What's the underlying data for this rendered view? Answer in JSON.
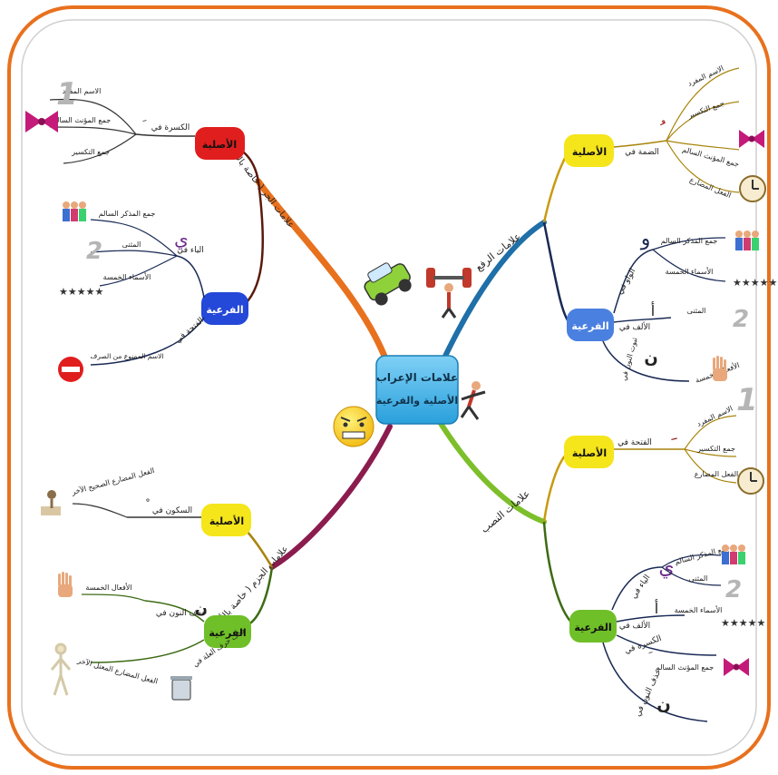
{
  "center": {
    "line1": "علامات الإعراب",
    "line2": "الأصلية والفرعية"
  },
  "branches": {
    "jarr": {
      "label": "علامات الجر ( خاصة بالأسماء )",
      "color": "#e8711e"
    },
    "raf": {
      "label": "علامات الرفع",
      "color": "#1f6fa8"
    },
    "nasb": {
      "label": "علامات النصب",
      "color": "#7cbf2a"
    },
    "jazm": {
      "label": "علامات الجزم ( خاصة بالأفعال )",
      "color": "#8b1c4e"
    }
  },
  "jarr": {
    "asliya": {
      "label": "الأصلية",
      "marker": "الكسرة في",
      "mark": "ِ",
      "items": [
        "الاسم المفرد",
        "جمع المؤنث السالم",
        "جمع التكسير"
      ]
    },
    "fariya": {
      "label": "الفرعية",
      "ya": {
        "marker": "الياء في",
        "letter": "ي",
        "items": [
          "جمع المذكر السالم",
          "المثنى",
          "الأسماء الخمسة"
        ]
      },
      "fatha": {
        "marker": "الفتحة في",
        "items": [
          "الاسم الممنوع من الصرف"
        ]
      }
    }
  },
  "raf": {
    "asliya": {
      "label": "الأصلية",
      "marker": "الضمة في",
      "mark": "ُ",
      "items": [
        "الاسم المفرد",
        "جمع التكسير",
        "جمع المؤنث السالم",
        "الفعل المضارع"
      ]
    },
    "fariya": {
      "label": "الفرعية",
      "waw": {
        "marker": "الواو في",
        "letter": "و",
        "items": [
          "جمع المذكر السالم",
          "الأسماء الخمسة"
        ]
      },
      "alif": {
        "marker": "الألف في",
        "letter": "أ",
        "items": [
          "المثنى"
        ]
      },
      "nun": {
        "marker": "ثبوت النون في",
        "letter": "ن",
        "items": [
          "الأفعال الخمسة"
        ]
      }
    }
  },
  "nasb": {
    "asliya": {
      "label": "الأصلية",
      "marker": "الفتحة في",
      "mark": "َ",
      "items": [
        "الاسم المفرد",
        "جمع التكسير",
        "الفعل المضارع"
      ]
    },
    "fariya": {
      "label": "الفرعية",
      "ya": {
        "marker": "الياء في",
        "letter": "ي",
        "items": [
          "جمع المذكر السالم",
          "المثنى"
        ]
      },
      "alif": {
        "marker": "الألف في",
        "letter": "أ",
        "items": [
          "الأسماء الخمسة"
        ]
      },
      "kasra": {
        "marker": "الكسرة في",
        "letter": "ِ",
        "items": [
          "جمع المؤنث السالم"
        ]
      },
      "nun": {
        "marker": "حذف النون في",
        "letter": "ن",
        "items": []
      }
    }
  },
  "jazm": {
    "asliya": {
      "label": "الأصلية",
      "marker": "السكون في",
      "mark": "ْ",
      "items": [
        "الفعل المضارع الصحيح الآخر"
      ]
    },
    "fariya": {
      "label": "الفرعية",
      "nun": {
        "marker": "حذف النون في",
        "letter": "ن",
        "items": [
          "الأفعال الخمسة"
        ]
      },
      "harf": {
        "marker": "حذف حرف العلة في",
        "items": [
          "الفعل المضارع المعتل الآخر"
        ]
      }
    }
  },
  "icons": [
    "car-icon",
    "weightlifter-icon",
    "runner-icon",
    "angry-face-icon",
    "bow-icon",
    "clock-icon",
    "people-icon",
    "stars-icon",
    "hand-icon",
    "number-2-icon",
    "number-1-icon",
    "no-entry-icon",
    "skeleton-icon",
    "trash-icon",
    "person-sitting-icon"
  ],
  "star_glyph": "★★★★★",
  "num_one": "1",
  "num_two": "2"
}
